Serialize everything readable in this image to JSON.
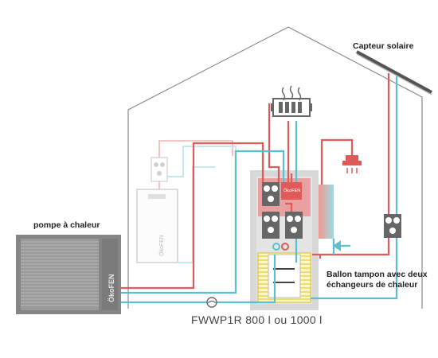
{
  "labels": {
    "solar_collector": "Capteur solaire",
    "heat_pump": "pompe à chaleur",
    "buffer_line1": "Ballon tampon avec deux",
    "buffer_line2": "échangeurs de chaleur",
    "model": "FWWP1R 800 l ou 1000 l"
  },
  "brand": "ÖkoFEN",
  "colors": {
    "hot_pipe": "#e05a5a",
    "cold_pipe": "#5bbfd0",
    "house_outline": "#8a8a8a",
    "unit_gray": "#6e6e6e",
    "tank_gray": "#d6d6d6",
    "coil_yellow": "#d9c020"
  },
  "icons": [
    "radiator-icon",
    "shower-icon",
    "mixing-valve-icon",
    "water-inlet-arrow-icon",
    "solar-panel-icon"
  ]
}
